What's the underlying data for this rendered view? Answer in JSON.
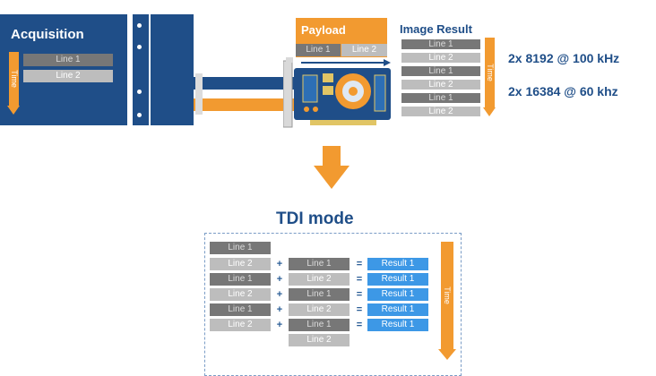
{
  "acquisition": {
    "title": "Acquisition",
    "time_label": "Time",
    "lines": [
      "Line 1",
      "Line 2"
    ]
  },
  "payload": {
    "title": "Payload",
    "line1": "Line 1",
    "line2": "Line 2"
  },
  "image_result": {
    "title": "Image Result",
    "time_label": "Time",
    "lines": [
      "Line 1",
      "Line 2",
      "Line 1",
      "Line 2",
      "Line 1",
      "Line 2"
    ]
  },
  "specs": {
    "spec1": "2x 8192 @ 100 kHz",
    "spec2": "2x 16384 @ 60 khz"
  },
  "tdi": {
    "title": "TDI mode",
    "time_label": "Time",
    "first_line": "Line 1",
    "rows": [
      {
        "a": "Line 2",
        "op": "+",
        "b": "Line 1",
        "eq": "=",
        "result": "Result 1"
      },
      {
        "a": "Line 1",
        "op": "+",
        "b": "Line 2",
        "eq": "=",
        "result": "Result 1"
      },
      {
        "a": "Line 2",
        "op": "+",
        "b": "Line 1",
        "eq": "=",
        "result": "Result 1"
      },
      {
        "a": "Line 1",
        "op": "+",
        "b": "Line 2",
        "eq": "=",
        "result": "Result 1"
      },
      {
        "a": "Line 2",
        "op": "+",
        "b": "Line 1",
        "eq": "=",
        "result": "Result 1"
      }
    ],
    "last_line": "Line 2"
  },
  "colors": {
    "navy": "#1f4e88",
    "orange": "#f29a30",
    "line_dark": "#777777",
    "line_light": "#bdbdbd",
    "result_blue": "#3d98e6",
    "title_blue": "#1f4e88"
  }
}
